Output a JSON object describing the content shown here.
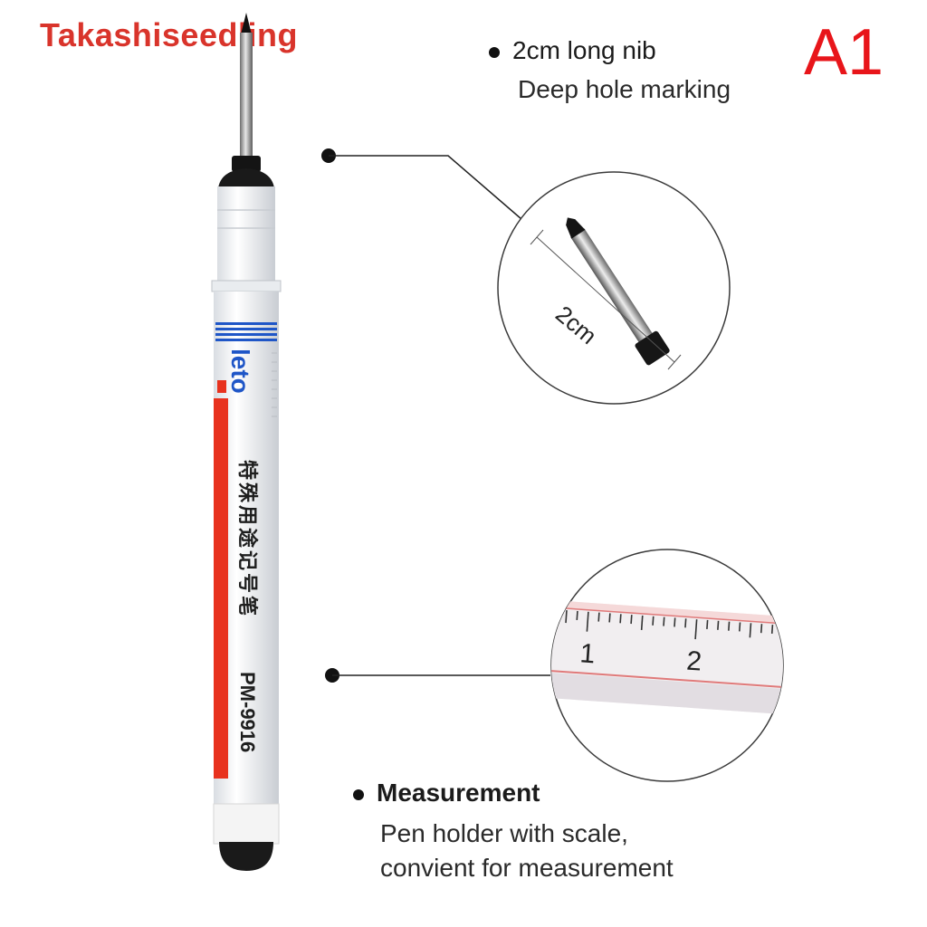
{
  "brand": {
    "text": "Takashiseedling",
    "color": "#d9342b"
  },
  "variant_label": {
    "text": "A1",
    "color": "#e8151a"
  },
  "feature_nib": {
    "title": "2cm long nib",
    "description": "Deep hole marking",
    "dimension_label": "2cm"
  },
  "feature_scale": {
    "title": "Measurement",
    "description_line1": "Pen holder with scale,",
    "description_line2": "convient for measurement",
    "scale_marks": [
      "1",
      "2"
    ]
  },
  "pen": {
    "logo": "leto",
    "chinese_label": "特殊用途记号笔",
    "model": "PM-9916",
    "accent_color": "#e8321e",
    "stripe_color": "#1f56c7"
  }
}
